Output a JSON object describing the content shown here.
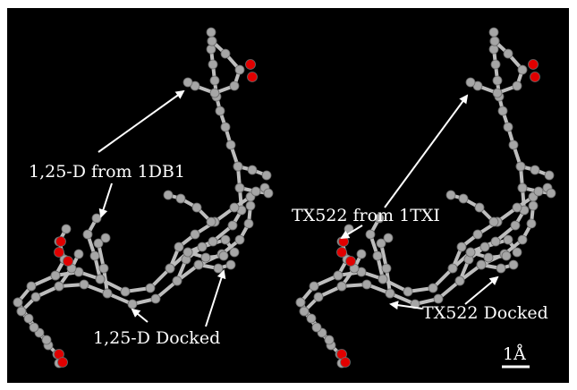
{
  "figure": {
    "left_panel": {
      "label_crystal": "1,25-D from 1DB1",
      "label_docked": "1,25-D Docked"
    },
    "right_panel": {
      "label_crystal": "TX522 from 1TXI",
      "label_docked": "TX522 Docked"
    },
    "scale_bar": {
      "label": "1Å"
    }
  },
  "colors": {
    "background": "#000000",
    "carbon_atom": "#a6a6a6",
    "oxygen_atom": "#e00000",
    "bond": "#bdbdbd",
    "label_text": "#ffffff"
  }
}
